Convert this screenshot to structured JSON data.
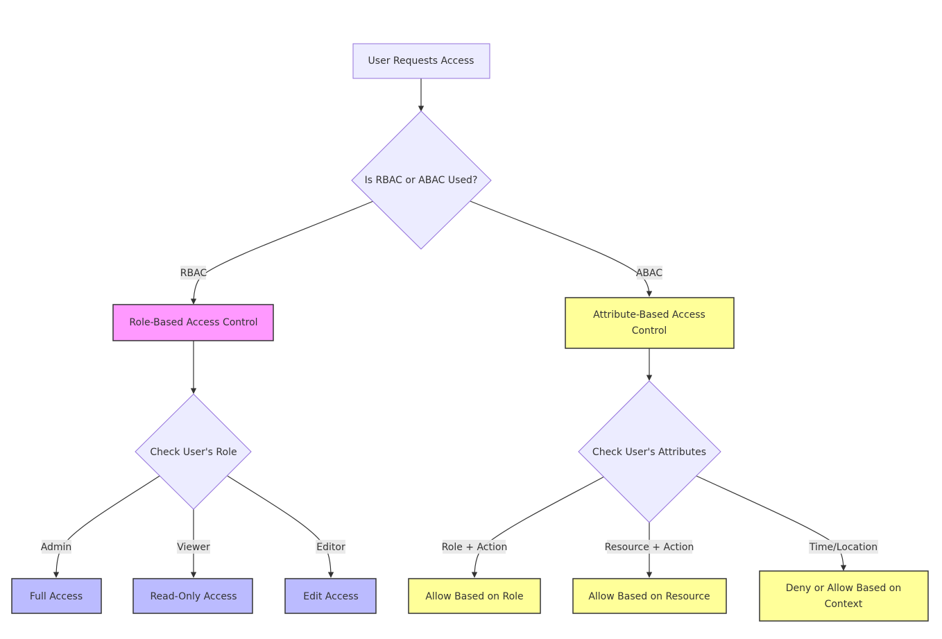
{
  "diagram": {
    "nodes": {
      "start": {
        "label": "User Requests Access"
      },
      "decision_model": {
        "label": "Is RBAC or ABAC Used?"
      },
      "rbac": {
        "label": "Role-Based Access Control"
      },
      "abac": {
        "label_lines": [
          "Attribute-Based Access",
          "Control"
        ]
      },
      "check_role": {
        "label": "Check User's Role"
      },
      "check_attributes": {
        "label": "Check User's Attributes"
      },
      "full_access": {
        "label": "Full Access"
      },
      "read_only_access": {
        "label": "Read-Only Access"
      },
      "edit_access": {
        "label": "Edit Access"
      },
      "allow_role": {
        "label": "Allow Based on Role"
      },
      "allow_resource": {
        "label": "Allow Based on Resource"
      },
      "deny_allow_context": {
        "label_lines": [
          "Deny or Allow Based on",
          "Context"
        ]
      }
    },
    "edges": {
      "rbac": {
        "label": "RBAC"
      },
      "abac": {
        "label": "ABAC"
      },
      "admin": {
        "label": "Admin"
      },
      "viewer": {
        "label": "Viewer"
      },
      "editor": {
        "label": "Editor"
      },
      "role_action": {
        "label": "Role + Action"
      },
      "resource_action": {
        "label": "Resource + Action"
      },
      "time_location": {
        "label": "Time/Location"
      }
    },
    "colors": {
      "default_fill": "#ececff",
      "default_stroke": "#9370db",
      "rbac_fill": "#ff99ff",
      "abac_fill": "#ffff99",
      "access_fill": "#bbbbff",
      "dark_stroke": "#333333",
      "edge_stroke": "#333333",
      "label_bg": "#e8e8e8"
    }
  }
}
